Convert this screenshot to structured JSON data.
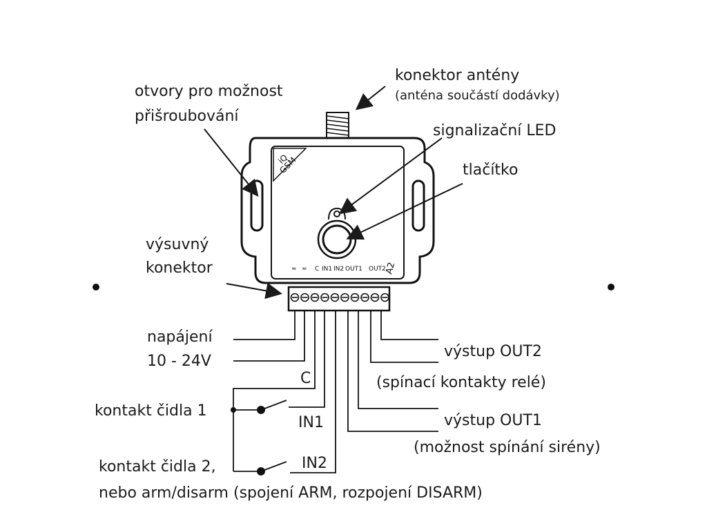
{
  "device": {
    "brand_line1": "iQ",
    "brand_line2": "GSM",
    "model": "A2",
    "terminal_labels": [
      "≂",
      "≂",
      "C",
      "IN1",
      "IN2",
      "OUT1",
      "OUT2"
    ],
    "terminal_count": 10
  },
  "labels": {
    "antenna": "konektor antény",
    "antenna_note": "(anténa součástí dodávky)",
    "screw_holes_1": "otvory pro možnost",
    "screw_holes_2": "přišroubování",
    "led": "signalizační LED",
    "button": "tlačítko",
    "connector_1": "výsuvný",
    "connector_2": "konektor",
    "power_1": "napájení",
    "power_2": "10 - 24V",
    "common": "C",
    "sensor1": "kontakt čidla 1",
    "in1": "IN1",
    "sensor2_1": "kontakt čidla 2,",
    "sensor2_2": "nebo arm/disarm (spojení ARM, rozpojení DISARM)",
    "in2": "IN2",
    "out2": "výstup OUT2",
    "out2_note": "(spínací kontakty relé)",
    "out1": "výstup OUT1",
    "out1_note": "(možnost spínání sirény)"
  }
}
